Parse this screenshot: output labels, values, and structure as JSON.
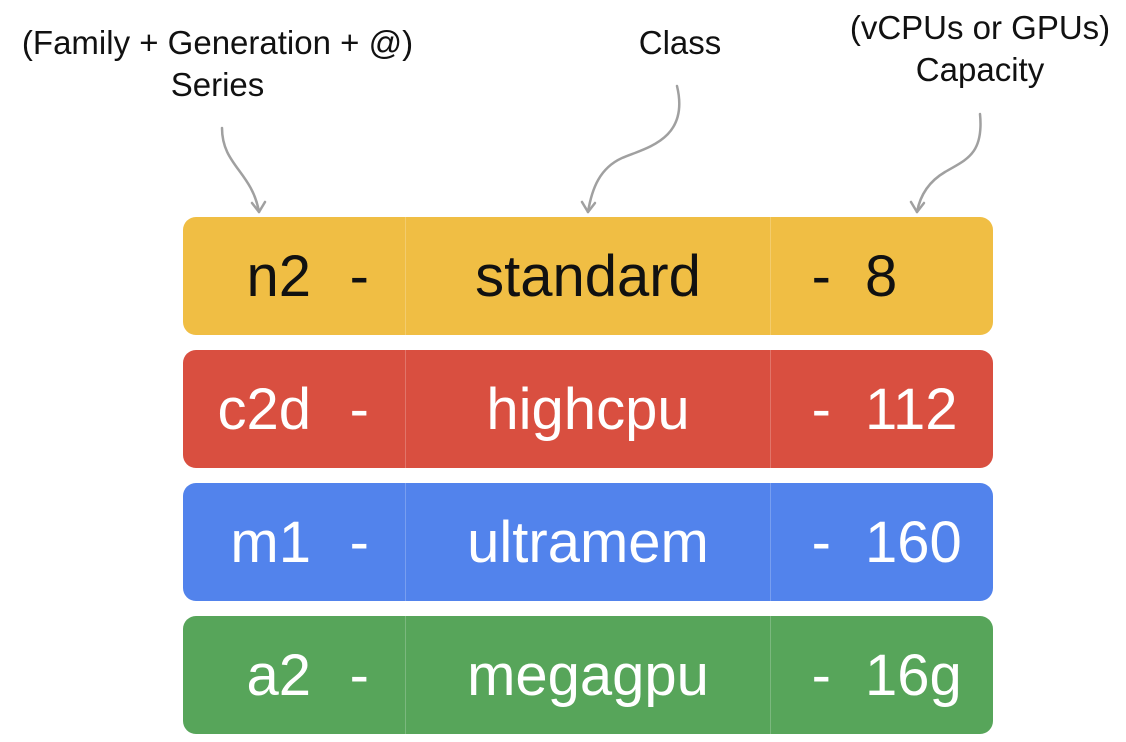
{
  "annotations": {
    "series": {
      "line1": "(Family + Generation + @)",
      "line2": "Series"
    },
    "class": {
      "line1": "Class"
    },
    "capacity": {
      "line1": "(vCPUs or GPUs)",
      "line2": "Capacity"
    }
  },
  "rows": [
    {
      "series": "n2",
      "class": "standard",
      "capacity": "8",
      "separator": "-",
      "bg_color": "#F0BE44",
      "text_color": "#111111"
    },
    {
      "series": "c2d",
      "class": "highcpu",
      "capacity": "112",
      "separator": "-",
      "bg_color": "#D94F40",
      "text_color": "#FFFFFF"
    },
    {
      "series": "m1",
      "class": "ultramem",
      "capacity": "160",
      "separator": "-",
      "bg_color": "#5283EC",
      "text_color": "#FFFFFF"
    },
    {
      "series": "a2",
      "class": "megagpu",
      "capacity": "16g",
      "separator": "-",
      "bg_color": "#57A55A",
      "text_color": "#FFFFFF"
    }
  ]
}
